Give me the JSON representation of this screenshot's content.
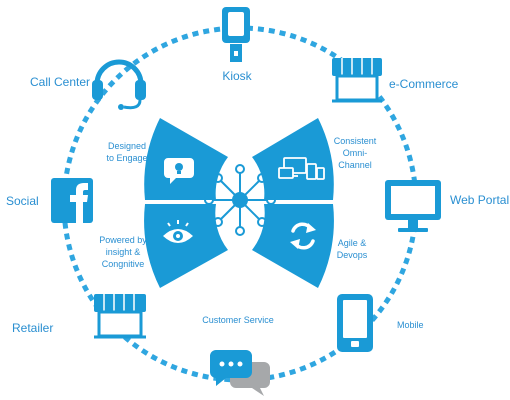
{
  "labels": {
    "kiosk": "Kiosk",
    "ecommerce": "e-Commerce",
    "web_portal": "Web Portal",
    "mobile": "Mobile",
    "customer_service": "Customer Service",
    "retailer": "Retailer",
    "social": "Social",
    "call_center": "Call Center"
  },
  "segments": {
    "designed": [
      "Designed",
      "to Engage"
    ],
    "consistent": [
      "Consistent",
      "Omni-",
      "Channel"
    ],
    "powered": [
      "Powered by",
      "insight &",
      "Congnitive"
    ],
    "agile": [
      "Agile &",
      "Devops"
    ]
  },
  "colors": {
    "primary": "#1a9ad6",
    "ring": "#2fa6e0",
    "text": "#2a8fd1",
    "dark": "#0d6fa8",
    "grey": "#a6a8aa"
  }
}
